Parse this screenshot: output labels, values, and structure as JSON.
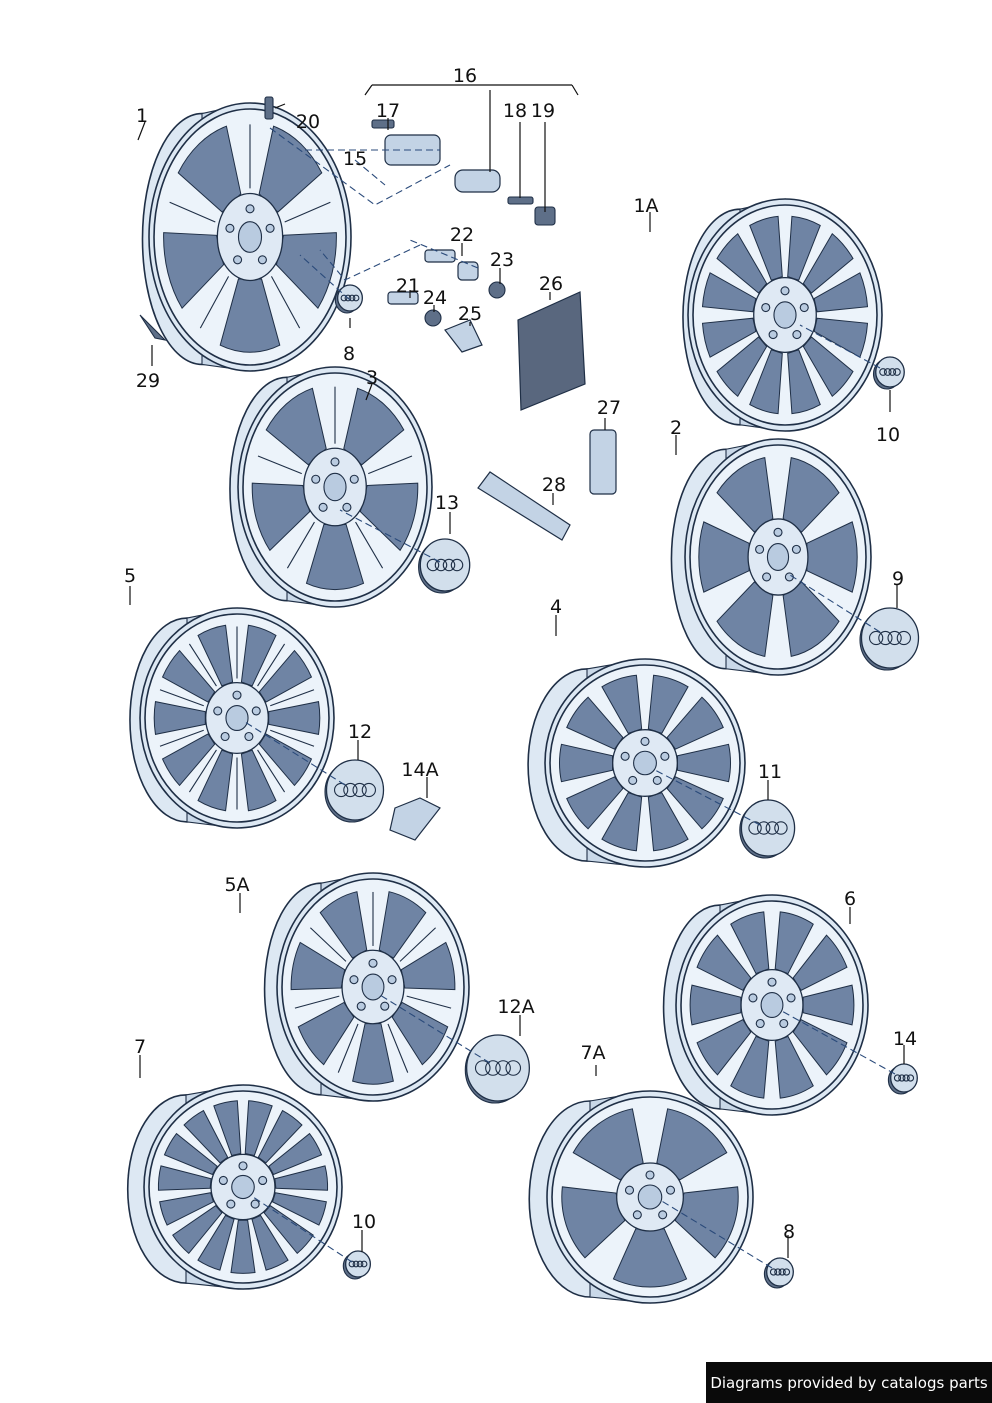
{
  "callouts": [
    {
      "label": "1"
    },
    {
      "label": "20"
    },
    {
      "label": "16"
    },
    {
      "label": "17"
    },
    {
      "label": "15"
    },
    {
      "label": "18"
    },
    {
      "label": "19"
    },
    {
      "label": "22"
    },
    {
      "label": "23"
    },
    {
      "label": "21"
    },
    {
      "label": "24"
    },
    {
      "label": "25"
    },
    {
      "label": "26"
    },
    {
      "label": "8"
    },
    {
      "label": "29"
    },
    {
      "label": "1A"
    },
    {
      "label": "10"
    },
    {
      "label": "3"
    },
    {
      "label": "27"
    },
    {
      "label": "28"
    },
    {
      "label": "13"
    },
    {
      "label": "2"
    },
    {
      "label": "9"
    },
    {
      "label": "5"
    },
    {
      "label": "4"
    },
    {
      "label": "12"
    },
    {
      "label": "14A"
    },
    {
      "label": "11"
    },
    {
      "label": "5A"
    },
    {
      "label": "6"
    },
    {
      "label": "12A"
    },
    {
      "label": "14"
    },
    {
      "label": "7"
    },
    {
      "label": "7A"
    },
    {
      "label": "10"
    },
    {
      "label": "8"
    }
  ],
  "wheels": [
    {
      "id": "1",
      "spokes": 5,
      "twin": true
    },
    {
      "id": "1A",
      "spokes": 12,
      "twin": false
    },
    {
      "id": "3",
      "spokes": 5,
      "twin": true
    },
    {
      "id": "2",
      "spokes": 6,
      "twin": false
    },
    {
      "id": "5",
      "spokes": 10,
      "twin": true
    },
    {
      "id": "4",
      "spokes": 10,
      "twin": false
    },
    {
      "id": "5A",
      "spokes": 7,
      "twin": true
    },
    {
      "id": "6",
      "spokes": 10,
      "twin": false
    },
    {
      "id": "7",
      "spokes": 15,
      "twin": false
    },
    {
      "id": "7A",
      "spokes": 5,
      "twin": false
    }
  ],
  "attribution": "Diagrams provided by catalogs parts"
}
